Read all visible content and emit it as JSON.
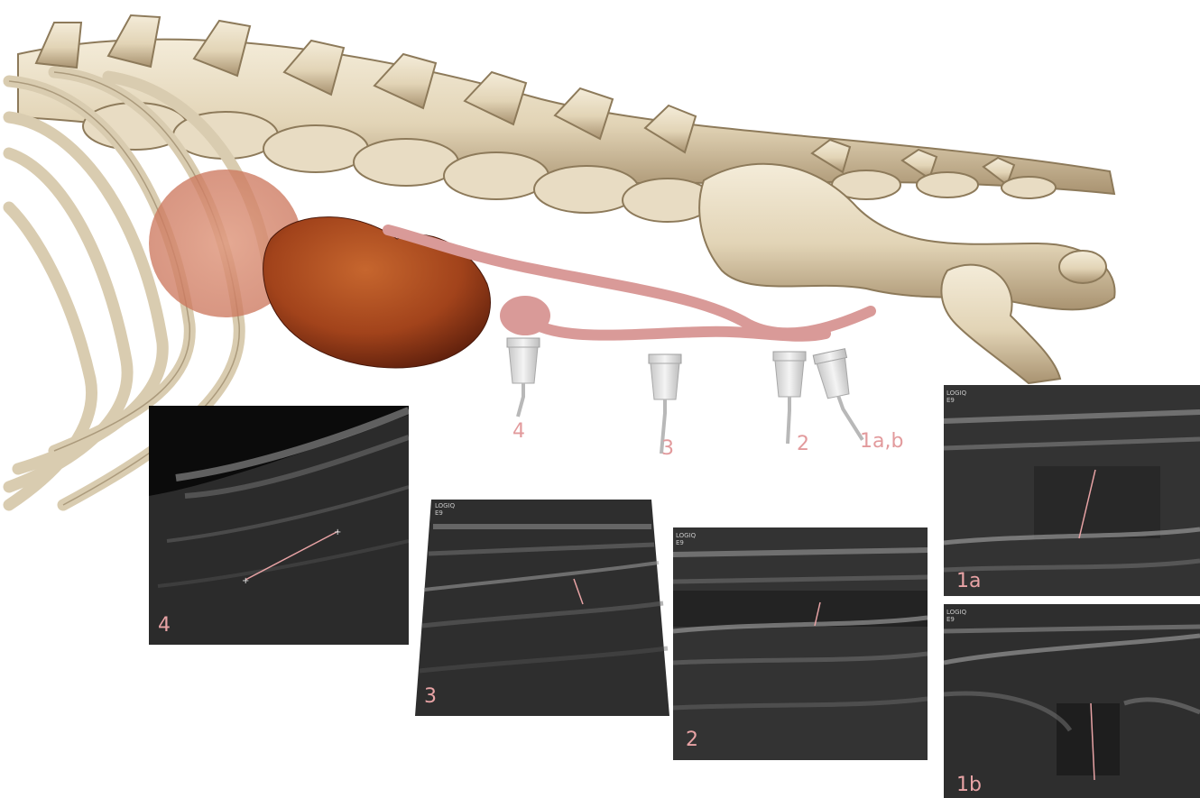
{
  "probe_labels": {
    "p4": "4",
    "p3": "3",
    "p2": "2",
    "p1": "1a,b"
  },
  "panels": {
    "p4": {
      "label": "4",
      "logo": ""
    },
    "p3": {
      "label": "3",
      "logo": "LOGIQ\nE9"
    },
    "p2": {
      "label": "2",
      "logo": "LOGIQ\nE9"
    },
    "p1a": {
      "label": "1a",
      "logo": "LOGIQ\nE9"
    },
    "p1b": {
      "label": "1b",
      "logo": "LOGIQ\nE9"
    }
  },
  "colors": {
    "bone": "#e6dac2",
    "bone_shadow": "#9c8a6c",
    "kidney": "#b04a1e",
    "kidney_faded": "#d48670",
    "ureter": "#d99a98",
    "label": "#e29a9c",
    "caliper": "#e8a3a5",
    "probe": "#d9d9d9"
  }
}
